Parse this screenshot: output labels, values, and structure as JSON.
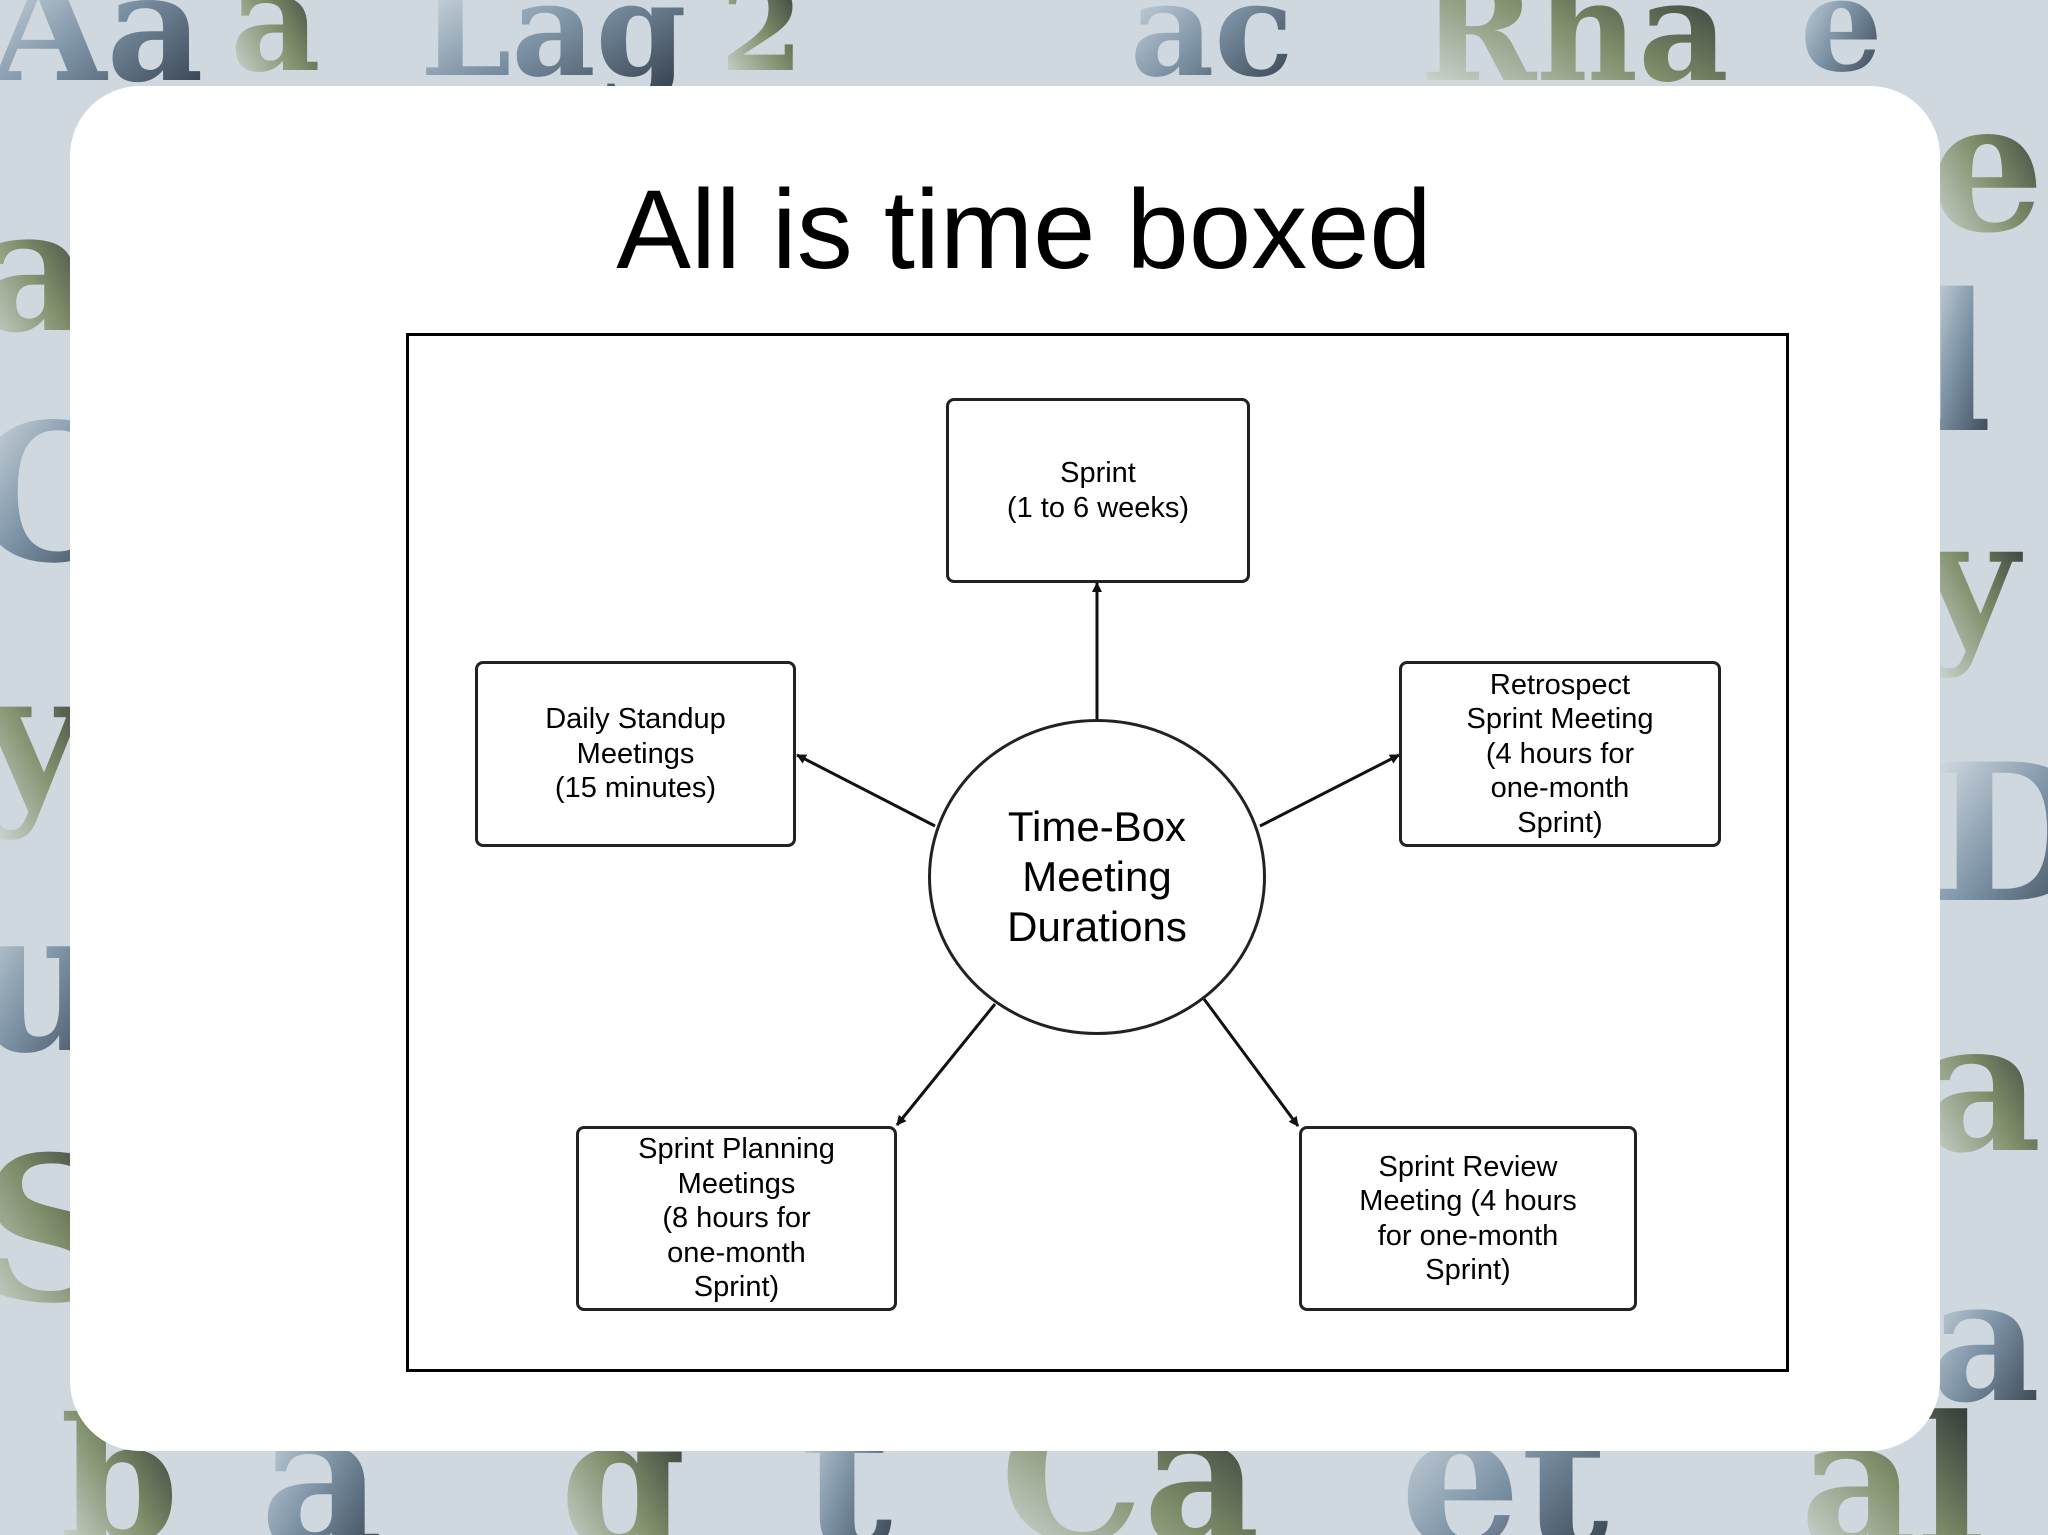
{
  "slide": {
    "title": "All is time boxed"
  },
  "colors": {
    "background_decoration": "#4e6478",
    "panel": "#ffffff",
    "lines": "#222222"
  },
  "diagram": {
    "center": {
      "label": "Time-Box\nMeeting\nDurations"
    },
    "nodes": {
      "sprint": "Sprint\n(1 to 6 weeks)",
      "daily_standup": "Daily Standup\nMeetings\n(15 minutes)",
      "retrospect": "Retrospect\nSprint Meeting\n(4 hours for\none-month\nSprint)",
      "sprint_planning": "Sprint Planning\nMeetings\n(8 hours for\none-month\nSprint)",
      "sprint_review": "Sprint Review\nMeeting (4 hours\nfor one-month\nSprint)"
    },
    "edges": [
      {
        "from": "center",
        "to": "sprint"
      },
      {
        "from": "center",
        "to": "daily_standup"
      },
      {
        "from": "center",
        "to": "retrospect"
      },
      {
        "from": "center",
        "to": "sprint_planning"
      },
      {
        "from": "center",
        "to": "sprint_review"
      }
    ]
  }
}
